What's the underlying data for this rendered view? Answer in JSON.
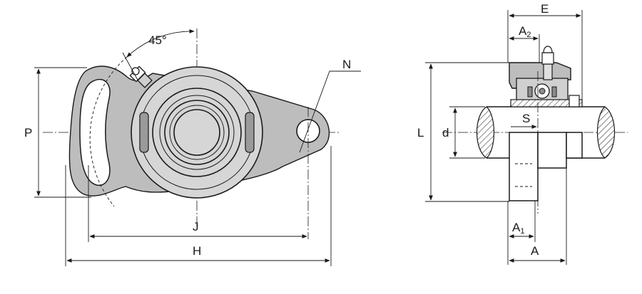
{
  "labels": {
    "angle": "45°",
    "N": "N",
    "P": "P",
    "J": "J",
    "H": "H",
    "E": "E",
    "A2_main": "A",
    "A2_sub": "2",
    "S": "S",
    "L": "L",
    "d": "d",
    "A1_main": "A",
    "A1_sub": "1",
    "A": "A"
  }
}
